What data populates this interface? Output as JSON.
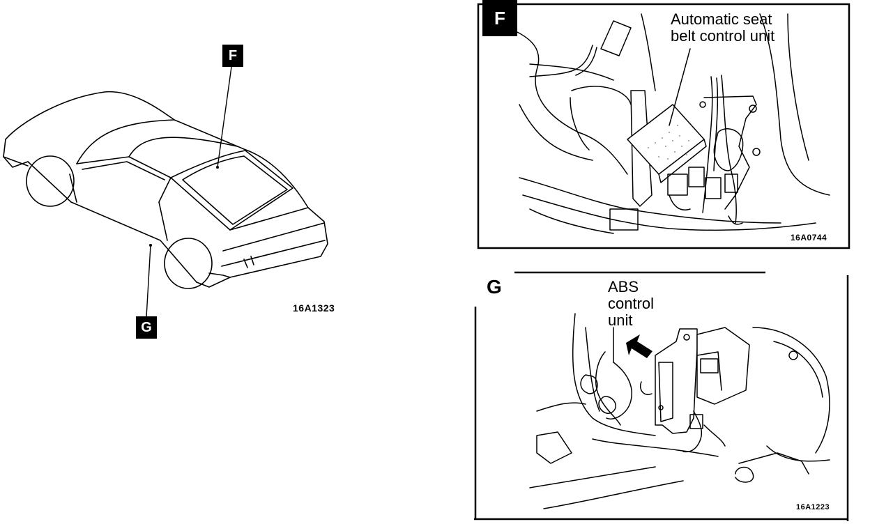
{
  "car_view": {
    "tag_f": "F",
    "tag_g": "G",
    "figure_code": "16A1323"
  },
  "panel_f": {
    "tag": "F",
    "caption_line1": "Automatic seat",
    "caption_line2": "belt control unit",
    "figure_code": "16A0744"
  },
  "panel_g": {
    "tag": "G",
    "caption_line1": "ABS",
    "caption_line2": "control",
    "caption_line3": "unit",
    "figure_code": "16A1223"
  }
}
